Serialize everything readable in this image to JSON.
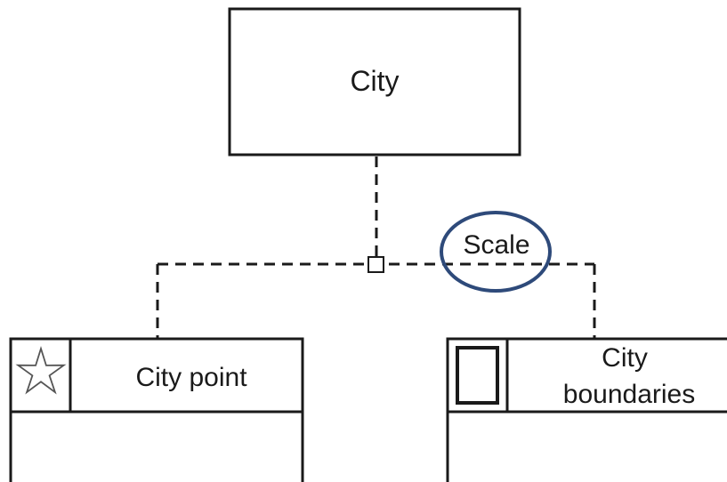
{
  "parent_class": {
    "name": "City"
  },
  "relation": {
    "label": "Scale",
    "highlight_color": "#2e4a7a",
    "line_style": "dashed"
  },
  "child_classes": [
    {
      "name": "City point",
      "icon": "star-icon"
    },
    {
      "name_lines": [
        "City",
        "boundaries"
      ],
      "icon": "polygon-square-icon"
    }
  ]
}
